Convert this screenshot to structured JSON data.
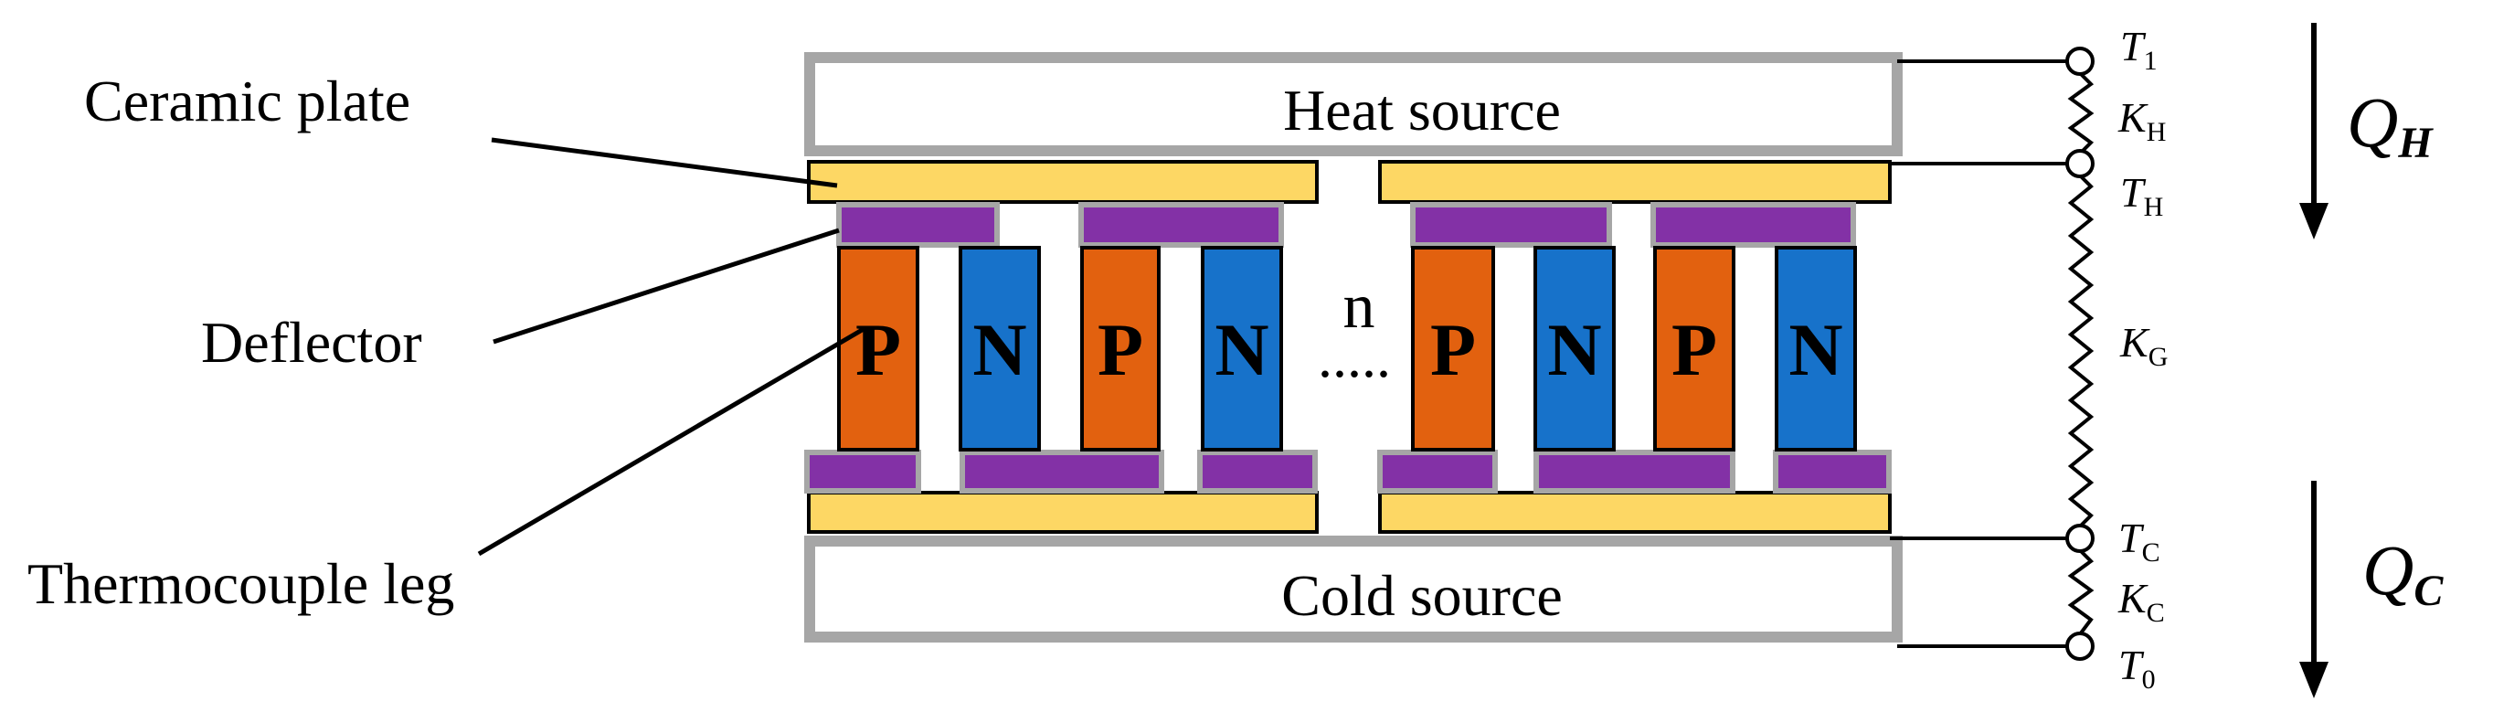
{
  "labels": {
    "ceramic_plate": "Ceramic plate",
    "deflector": "Deflector",
    "thermocouple_leg": "Thermocouple leg",
    "heat_source": "Heat source",
    "cold_source": "Cold source",
    "n_count": "n",
    "ellipsis": "....."
  },
  "legs": [
    "P",
    "N",
    "P",
    "N",
    "P",
    "N",
    "P",
    "N"
  ],
  "nodes": {
    "t1": {
      "main": "T",
      "sub": "1"
    },
    "kh": {
      "main": "K",
      "sub": "H"
    },
    "th": {
      "main": "T",
      "sub": "H"
    },
    "kg": {
      "main": "K",
      "sub": "G"
    },
    "tc": {
      "main": "T",
      "sub": "C"
    },
    "kc": {
      "main": "K",
      "sub": "C"
    },
    "t0": {
      "main": "T",
      "sub": "0"
    }
  },
  "heat_flows": {
    "qh": {
      "main": "Q",
      "sub": "H"
    },
    "qc": {
      "main": "Q",
      "sub": "C"
    }
  },
  "colors": {
    "p_leg": "#E2610F",
    "n_leg": "#1772CA",
    "deflector": "#8331A6",
    "ceramic": "#FDD764",
    "source_border": "#A6A6A6"
  }
}
